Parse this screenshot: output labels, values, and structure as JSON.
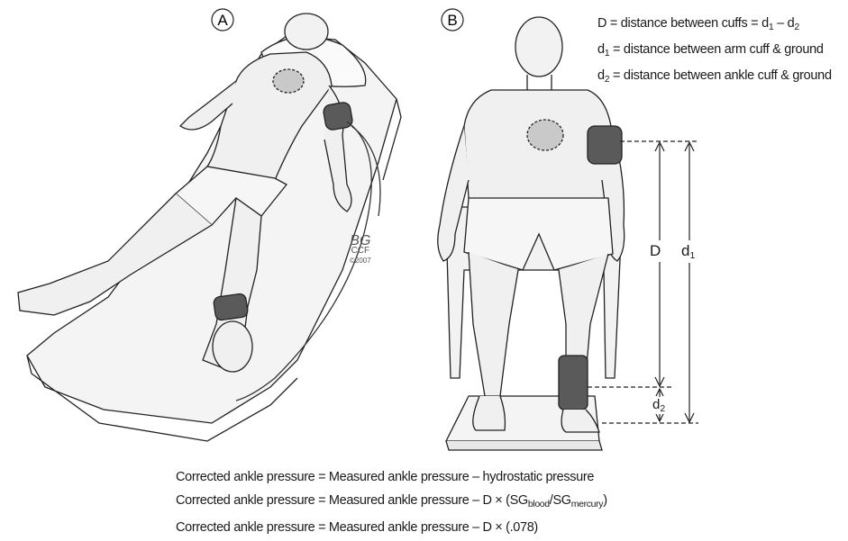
{
  "panels": {
    "a": "A",
    "b": "B"
  },
  "legend": {
    "line1_prefix": "D  =  distance between cuffs  =  d",
    "line1_mid": " – d",
    "sub1": "1",
    "sub2": "2",
    "line2_prefix": "d",
    "line2_sub": "1",
    "line2_text": "  =  distance between arm cuff & ground",
    "line3_prefix": "d",
    "line3_sub": "2",
    "line3_text": "  =  distance between ankle cuff & ground"
  },
  "dimensions": {
    "D": "D",
    "d1_main": "d",
    "d1_sub": "1",
    "d2_main": "d",
    "d2_sub": "2"
  },
  "signature": {
    "initials": "BG",
    "org": "CCF",
    "year": "©2007"
  },
  "equations": {
    "eq1": "Corrected ankle pressure = Measured ankle pressure – hydrostatic pressure",
    "eq2_prefix": "Corrected ankle pressure = Measured ankle pressure – D × (SG",
    "eq2_sub1": "blood",
    "eq2_mid": "/SG",
    "eq2_sub2": "mercury",
    "eq2_end": ")",
    "eq3": "Corrected ankle pressure = Measured ankle pressure – D × (.078)"
  }
}
